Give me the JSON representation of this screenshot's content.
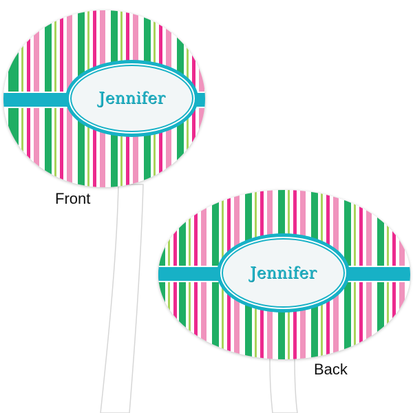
{
  "product": {
    "name_text": "Jennifer",
    "colors": {
      "green": "#1fae64",
      "lime": "#a8d45a",
      "magenta": "#ec2a8e",
      "pink": "#f093bd",
      "white": "#ffffff",
      "teal": "#17b1c6",
      "medallion_fill": "#f2f6f7"
    }
  },
  "front": {
    "label": "Front",
    "name": "Jennifer"
  },
  "back": {
    "label": "Back",
    "name": "Jennifer"
  }
}
